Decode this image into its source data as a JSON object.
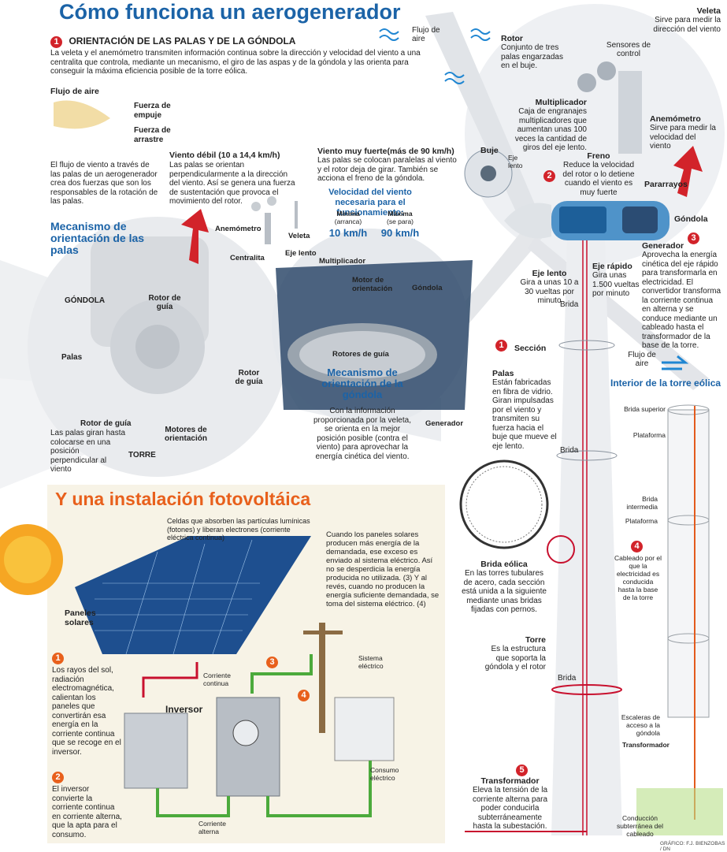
{
  "title": "Cómo funciona un aerogenerador",
  "section1": {
    "number": "1",
    "heading": "ORIENTACIÓN DE LAS PALAS Y DE LA GÓNDOLA",
    "intro": "La veleta y el anemómetro transmiten información continua sobre la dirección y velocidad del viento a una centralita que controla, mediante un mecanismo, el giro de las aspas y de la góndola y las orienta para conseguir la máxima eficiencia posible de la torre eólica."
  },
  "airflow": {
    "title": "Flujo de aire",
    "push": "Fuerza de empuje",
    "drag": "Fuerza de arrastre",
    "text": "El flujo de viento a través de las palas de un aerogenerador crea dos fuerzas que son los responsables de la rotación de las palas."
  },
  "weak_wind": {
    "title": "Viento débil (10 a 14,4 km/h)",
    "text": "Las palas se orientan perpendicularmente a la dirección del viento. Así se genera una fuerza de sustentación que provoca el movimiento del rotor."
  },
  "strong_wind": {
    "title": "Viento muy fuerte(más de 90 km/h)",
    "text": "Las palas se colocan paralelas al viento y el rotor deja de girar. También se acciona el freno de la góndola."
  },
  "speed": {
    "title": "Velocidad del viento necesaria para el funcionamiento:",
    "min_label": "Mínima",
    "min_sub": "(arranca)",
    "min_value": "10 km/h",
    "max_label": "Máxima",
    "max_sub": "(se para)",
    "max_value": "90 km/h"
  },
  "blade_mech": {
    "title": "Mecanismo de orientación de las palas",
    "gondola": "GÓNDOLA",
    "palas": "Palas",
    "rotor_guia": "Rotor de guía",
    "rotor_guia_r": "Rotor de guía",
    "rotor_guia_b": "Rotor de guía",
    "motores": "Motores de orientación",
    "torre": "TORRE",
    "palas_text": "Las palas giran hasta colocarse en una posición perpendicular al viento"
  },
  "sensors_small": {
    "anemometro": "Anemómetro",
    "veleta": "Veleta",
    "centralita": "Centralita"
  },
  "gondola_mech": {
    "eje_lento": "Eje lento",
    "multiplicador": "Multiplicador",
    "motor": "Motor de orientación",
    "gondola": "Góndola",
    "rotores": "Rotores de guía",
    "generador": "Generador",
    "title": "Mecanismo de orientación de la góndola",
    "text": "Con la información proporcionada por la veleta, se orienta en la mejor posición posible (contra el viento) para aprovechar la energía cinética del viento."
  },
  "turbine": {
    "flujo": "Flujo de aire",
    "rotor_title": "Rotor",
    "rotor_text": "Conjunto de tres palas engarzadas en el buje.",
    "veleta_title": "Veleta",
    "veleta_text": "Sirve para medir la dirección del viento",
    "sensores": "Sensores de control",
    "anemometro_title": "Anemómetro",
    "anemometro_text": "Sirve para medir la velocidad del viento",
    "multiplicador_title": "Multiplicador",
    "multiplicador_text": "Caja de engranajes multiplicadores que aumentan unas 100 veces la cantidad de giros del eje lento.",
    "freno_title": "Freno",
    "freno_text": "Reduce la velocidad del rotor o lo detiene cuando el viento es muy fuerte",
    "buje": "Buje",
    "eje_lento_small": "Eje lento",
    "pararrayos": "Pararrayos",
    "gondola": "Góndola",
    "num2": "2",
    "num3": "3",
    "generador_title": "Generador",
    "generador_text": "Aprovecha la energía cinética del eje rápido para transformarla en electricidad. El convertidor transforma la corriente continua en alterna y se conduce mediante un cableado hasta el transformador de la base de la torre.",
    "eje_lento_title": "Eje lento",
    "eje_lento_text": "Gira a unas 10 a 30 vueltas por minuto",
    "eje_rapido_title": "Eje rápido",
    "eje_rapido_text": "Gira unas 1.500 vueltas por minuto",
    "brida": "Brida",
    "seccion": "Sección",
    "num1": "1",
    "palas_title": "Palas",
    "palas_text": "Están fabricadas en fibra de vidrio. Giran impulsadas por el viento y transmiten su fuerza hacia el buje que mueve el eje lento.",
    "brida_eolica_title": "Brida eólica",
    "brida_eolica_text": "En las torres tubulares de acero, cada sección está unida a la siguiente mediante unas bridas fijadas con pernos.",
    "torre_title": "Torre",
    "torre_text": "Es la estructura que soporta la góndola y el rotor",
    "num5": "5",
    "transformador_title": "Transformador",
    "transformador_text": "Eleva la tensión de la corriente alterna para poder conducirla subterráneamente hasta la subestación."
  },
  "tower_interior": {
    "flujo": "Flujo de aire",
    "title": "Interior de la torre eólica",
    "brida_superior": "Brida superior",
    "plataforma1": "Plataforma",
    "brida_intermedia": "Brida intermedia",
    "plataforma2": "Plataforma",
    "num4": "4",
    "cableado": "Cableado por el que la electricidad es conducida hasta la base de la torre",
    "escaleras": "Escaleras de acceso a la góndola",
    "transformador": "Transformador",
    "conduccion": "Conducción subterránea del cableado"
  },
  "solar": {
    "title": "Y una instalación fotovoltáica",
    "celdas": "Celdas que absorben las partículas lumínicas (fotones) y liberan electrones (corriente eléctrica continua)",
    "exceso": "Cuando los paneles solares producen más energía de la demandada, ese exceso es enviado al sistema eléctrico. Así no se desperdicia la energía producida no utilizada. (3) Y al revés, cuando no producen la energía suficiente demandada, se toma del sistema eléctrico. (4)",
    "paneles": "Paneles solares",
    "n1": "1",
    "text1": "Los rayos del sol, radiación electromagnética, calientan los paneles que convertirán esa energía en la corriente continua que se recoge en el inversor.",
    "n2": "2",
    "text2": "El inversor convierte la corriente continua en corriente alterna, que la apta para el consumo.",
    "corriente_continua": "Corriente continua",
    "inversor": "Inversor",
    "n3": "3",
    "n4": "4",
    "sistema": "Sistema eléctrico",
    "consumo": "Consumo eléctrico",
    "corriente_alterna": "Corriente alterna"
  },
  "credit": "GRÁFICO: F.J. BIENZOBAS / DN"
}
